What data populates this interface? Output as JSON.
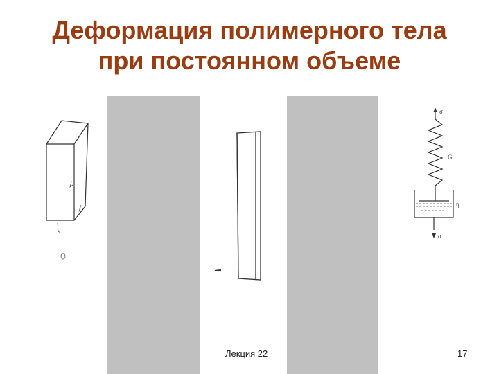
{
  "slide": {
    "title_line1": "Деформация полимерного тела",
    "title_line2": "при постоянном объеме",
    "title_color": "#9a3c12"
  },
  "footer": {
    "lecture": "Лекция 22",
    "page_number": "17"
  }
}
